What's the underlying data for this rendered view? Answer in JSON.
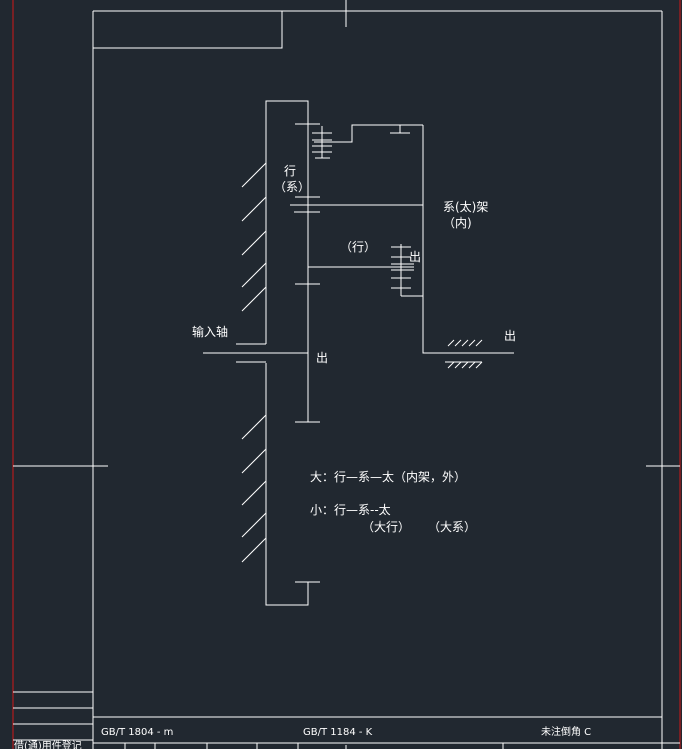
{
  "colors": {
    "background": "#212830",
    "line": "#ffffff",
    "sheet_border": "#d01818"
  },
  "diagram": {
    "labels": {
      "planet_system": "行\n（系）",
      "carrier": "系(太)架\n（内)",
      "planet": "（行）",
      "out_small": "出",
      "out_right": "出",
      "input_shaft": "输入轴",
      "out_center": "出"
    },
    "notes": {
      "large": "大：行—系—太（内架，外）",
      "small": "小：行—系--太",
      "small_sub1": "（大行）",
      "small_sub2": "（大系）"
    }
  },
  "title_block": {
    "std_left": "GB/T 1804 - m",
    "std_center": "GB/T 1184 - K",
    "chamfer_note": "未注倒角 C",
    "side_label": "借(通)用件登记"
  }
}
